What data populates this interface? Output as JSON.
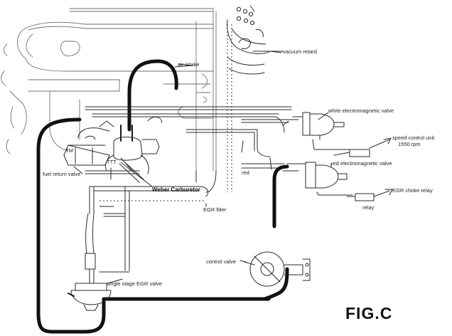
{
  "figure_label": "FIG.C",
  "labels": {
    "vacuum_retard": "vacuum retard",
    "air_intake": "air intake",
    "fuel_return_valve": "fuel return valve",
    "weber_carburetor": "Weber Carburetor",
    "white_valve": "white electromagnetic valve",
    "red_valve": "red electromagnetic valve",
    "speed_control_unit": "speed control unit",
    "speed_rpm": "1550 rpm",
    "egr_choke_relay": "EGR choke relay",
    "egr_filter": "EGR filter",
    "control_valve": "control valve",
    "single_stage_egr_valve": "single stage EGR valve",
    "red": "red",
    "relay_tag": "relay",
    "bracket_mark": "TM",
    "harness_mark": "TTT"
  }
}
